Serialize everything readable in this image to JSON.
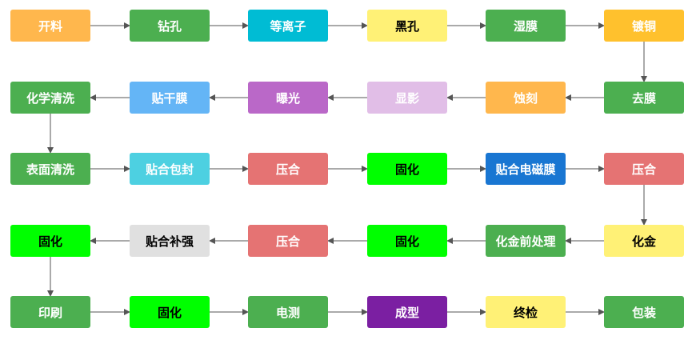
{
  "flow": {
    "steps": [
      {
        "label": "开料",
        "bg": "#FFB74D",
        "fg": "#FFFFFF"
      },
      {
        "label": "钻孔",
        "bg": "#4CAF50",
        "fg": "#FFFFFF"
      },
      {
        "label": "等离子",
        "bg": "#00BCD4",
        "fg": "#FFFFFF"
      },
      {
        "label": "黑孔",
        "bg": "#FFF176",
        "fg": "#000000"
      },
      {
        "label": "湿膜",
        "bg": "#4CAF50",
        "fg": "#FFFFFF"
      },
      {
        "label": "镀铜",
        "bg": "#FFC12D",
        "fg": "#FFFFFF"
      },
      {
        "label": "去膜",
        "bg": "#4CAF50",
        "fg": "#FFFFFF"
      },
      {
        "label": "蚀刻",
        "bg": "#FFB74D",
        "fg": "#FFFFFF"
      },
      {
        "label": "显影",
        "bg": "#E1BEE7",
        "fg": "#FFFFFF"
      },
      {
        "label": "曝光",
        "bg": "#BA68C8",
        "fg": "#FFFFFF"
      },
      {
        "label": "贴干膜",
        "bg": "#64B5F6",
        "fg": "#FFFFFF"
      },
      {
        "label": "化学清洗",
        "bg": "#4CAF50",
        "fg": "#FFFFFF"
      },
      {
        "label": "表面清洗",
        "bg": "#4CAF50",
        "fg": "#FFFFFF"
      },
      {
        "label": "贴合包封",
        "bg": "#4DD0E1",
        "fg": "#FFFFFF"
      },
      {
        "label": "压合",
        "bg": "#E57373",
        "fg": "#FFFFFF"
      },
      {
        "label": "固化",
        "bg": "#00FF00",
        "fg": "#000000"
      },
      {
        "label": "贴合电磁膜",
        "bg": "#1976D2",
        "fg": "#FFFFFF"
      },
      {
        "label": "压合",
        "bg": "#E57373",
        "fg": "#FFFFFF"
      },
      {
        "label": "化金",
        "bg": "#FFF176",
        "fg": "#000000"
      },
      {
        "label": "化金前处理",
        "bg": "#4CAF50",
        "fg": "#FFFFFF"
      },
      {
        "label": "固化",
        "bg": "#00FF00",
        "fg": "#000000"
      },
      {
        "label": "压合",
        "bg": "#E57373",
        "fg": "#FFFFFF"
      },
      {
        "label": "贴合补强",
        "bg": "#E0E0E0",
        "fg": "#000000"
      },
      {
        "label": "固化",
        "bg": "#00FF00",
        "fg": "#000000"
      },
      {
        "label": "印刷",
        "bg": "#4CAF50",
        "fg": "#FFFFFF"
      },
      {
        "label": "固化",
        "bg": "#00FF00",
        "fg": "#000000"
      },
      {
        "label": "电测",
        "bg": "#4CAF50",
        "fg": "#FFFFFF"
      },
      {
        "label": "成型",
        "bg": "#7B1FA2",
        "fg": "#FFFFFF"
      },
      {
        "label": "终检",
        "bg": "#FFF176",
        "fg": "#000000"
      },
      {
        "label": "包装",
        "bg": "#4CAF50",
        "fg": "#FFFFFF"
      }
    ],
    "arrow_color": "#555555"
  }
}
